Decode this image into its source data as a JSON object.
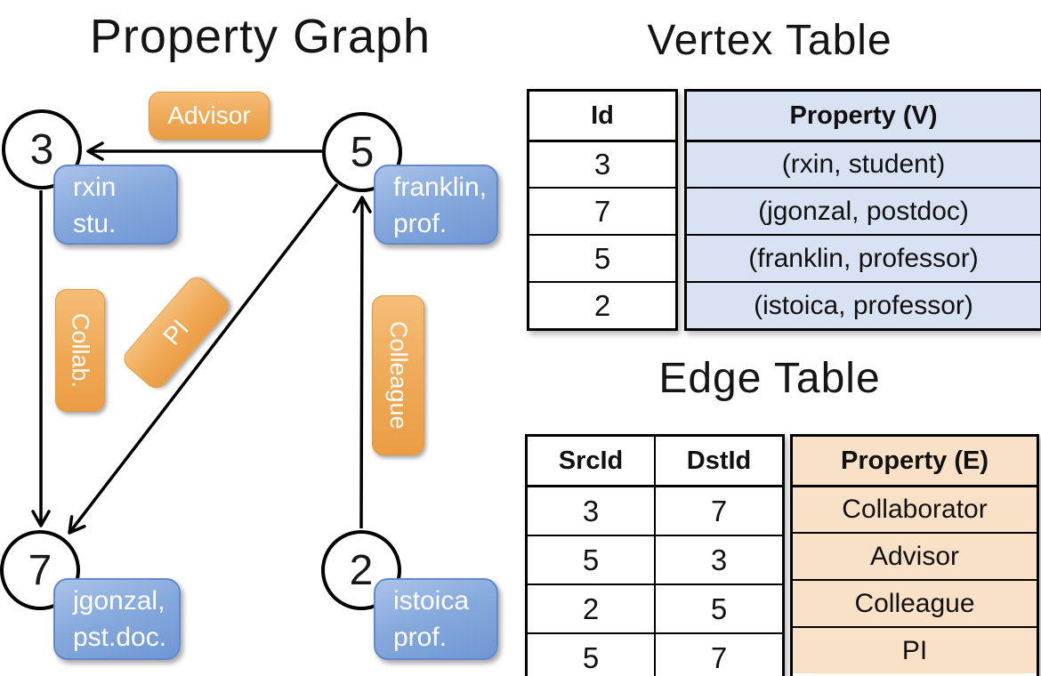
{
  "diagram": {
    "title": "Property Graph",
    "nodes": [
      {
        "id": "3",
        "label": "3",
        "prop_lines": [
          "rxin",
          "stu."
        ]
      },
      {
        "id": "5",
        "label": "5",
        "prop_lines": [
          "franklin,",
          "prof."
        ]
      },
      {
        "id": "7",
        "label": "7",
        "prop_lines": [
          "jgonzal,",
          "pst.doc."
        ]
      },
      {
        "id": "2",
        "label": "2",
        "prop_lines": [
          "istoica",
          "prof."
        ]
      }
    ],
    "edge_labels": {
      "advisor": "Advisor",
      "collab": "Collab.",
      "pi": "PI",
      "colleague": "Colleague"
    }
  },
  "vertex_table": {
    "title": "Vertex Table",
    "columns": [
      "Id",
      "Property (V)"
    ],
    "rows": [
      [
        "3",
        "(rxin, student)"
      ],
      [
        "7",
        "(jgonzal, postdoc)"
      ],
      [
        "5",
        "(franklin, professor)"
      ],
      [
        "2",
        "(istoica, professor)"
      ]
    ]
  },
  "edge_table": {
    "title": "Edge Table",
    "columns": [
      "SrcId",
      "DstId",
      "Property (E)"
    ],
    "rows": [
      [
        "3",
        "7",
        "Collaborator"
      ],
      [
        "5",
        "3",
        "Advisor"
      ],
      [
        "2",
        "5",
        "Colleague"
      ],
      [
        "5",
        "7",
        "PI"
      ]
    ]
  },
  "colors": {
    "edge_label_fill_top": "#f5bd78",
    "edge_label_fill_bottom": "#eb9d45",
    "vertex_box_fill_top": "#abc3ea",
    "vertex_box_fill_bottom": "#6f97d5",
    "vertex_table_fill": "#d9e2f3",
    "edge_table_fill": "#f8e1c7",
    "line_color": "#000000",
    "label_text": "#ffffff"
  }
}
